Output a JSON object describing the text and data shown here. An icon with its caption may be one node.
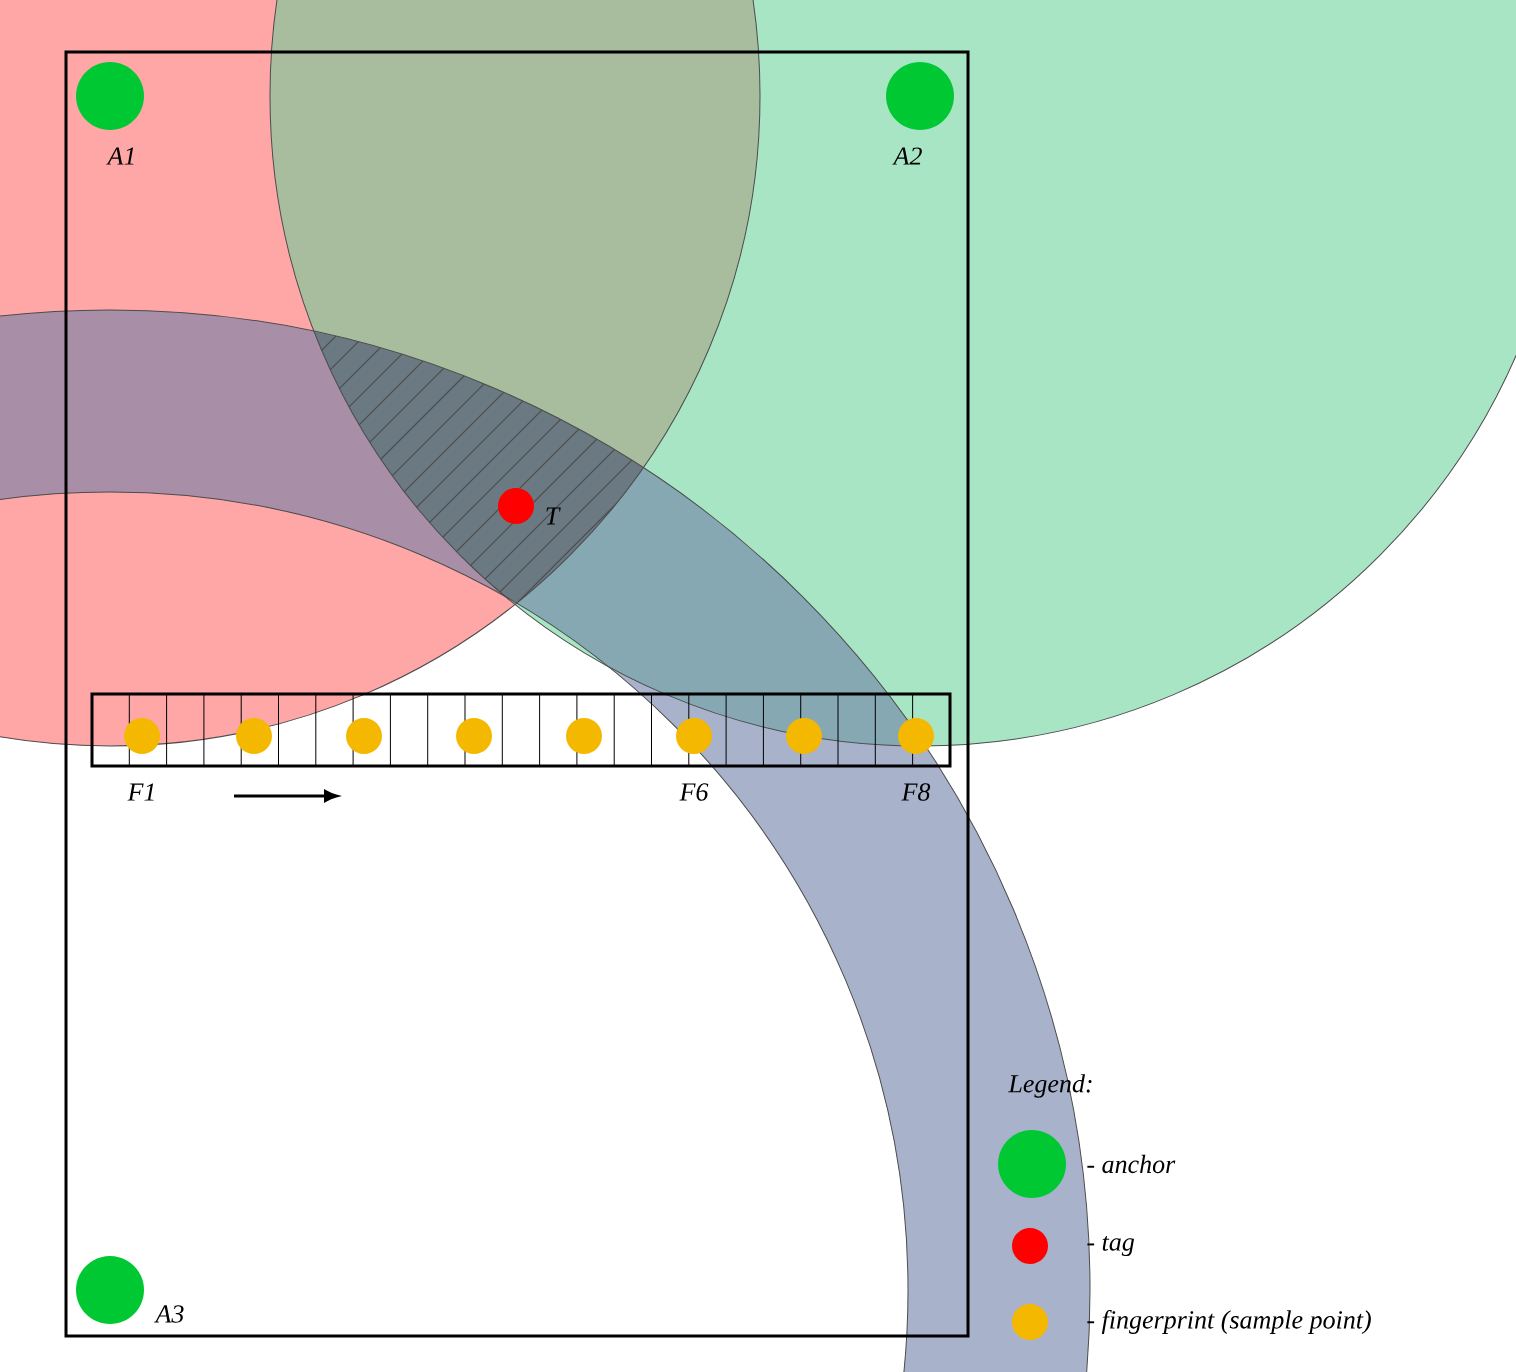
{
  "diagram": {
    "nodes": [
      {
        "text": [],
        "shape": "circle",
        "beside": [
          "A1"
        ]
      },
      {
        "text": [],
        "shape": "circle",
        "beside": [
          "A2"
        ]
      },
      {
        "text": [],
        "shape": "circle",
        "beside": [
          "A3"
        ]
      },
      {
        "text": [],
        "shape": "circle",
        "beside": [
          "T"
        ]
      },
      {
        "text": [],
        "shape": "circle",
        "beside": [
          "F1"
        ]
      },
      {
        "text": [],
        "shape": "circle"
      },
      {
        "text": [],
        "shape": "circle"
      },
      {
        "text": [],
        "shape": "circle"
      },
      {
        "text": [],
        "shape": "circle"
      },
      {
        "text": [],
        "shape": "circle",
        "beside": [
          "F6"
        ]
      },
      {
        "text": [],
        "shape": "circle"
      },
      {
        "text": [],
        "shape": "circle",
        "beside": [
          "F8"
        ]
      }
    ],
    "labels": [
      "Legend:"
    ],
    "legend": [
      {
        "text": "- anchor",
        "color": "#00c832"
      },
      {
        "text": "- tag",
        "color": "#ff0000"
      },
      {
        "text": "- fingerprint (sample point)",
        "color": "#f5b800"
      }
    ]
  }
}
